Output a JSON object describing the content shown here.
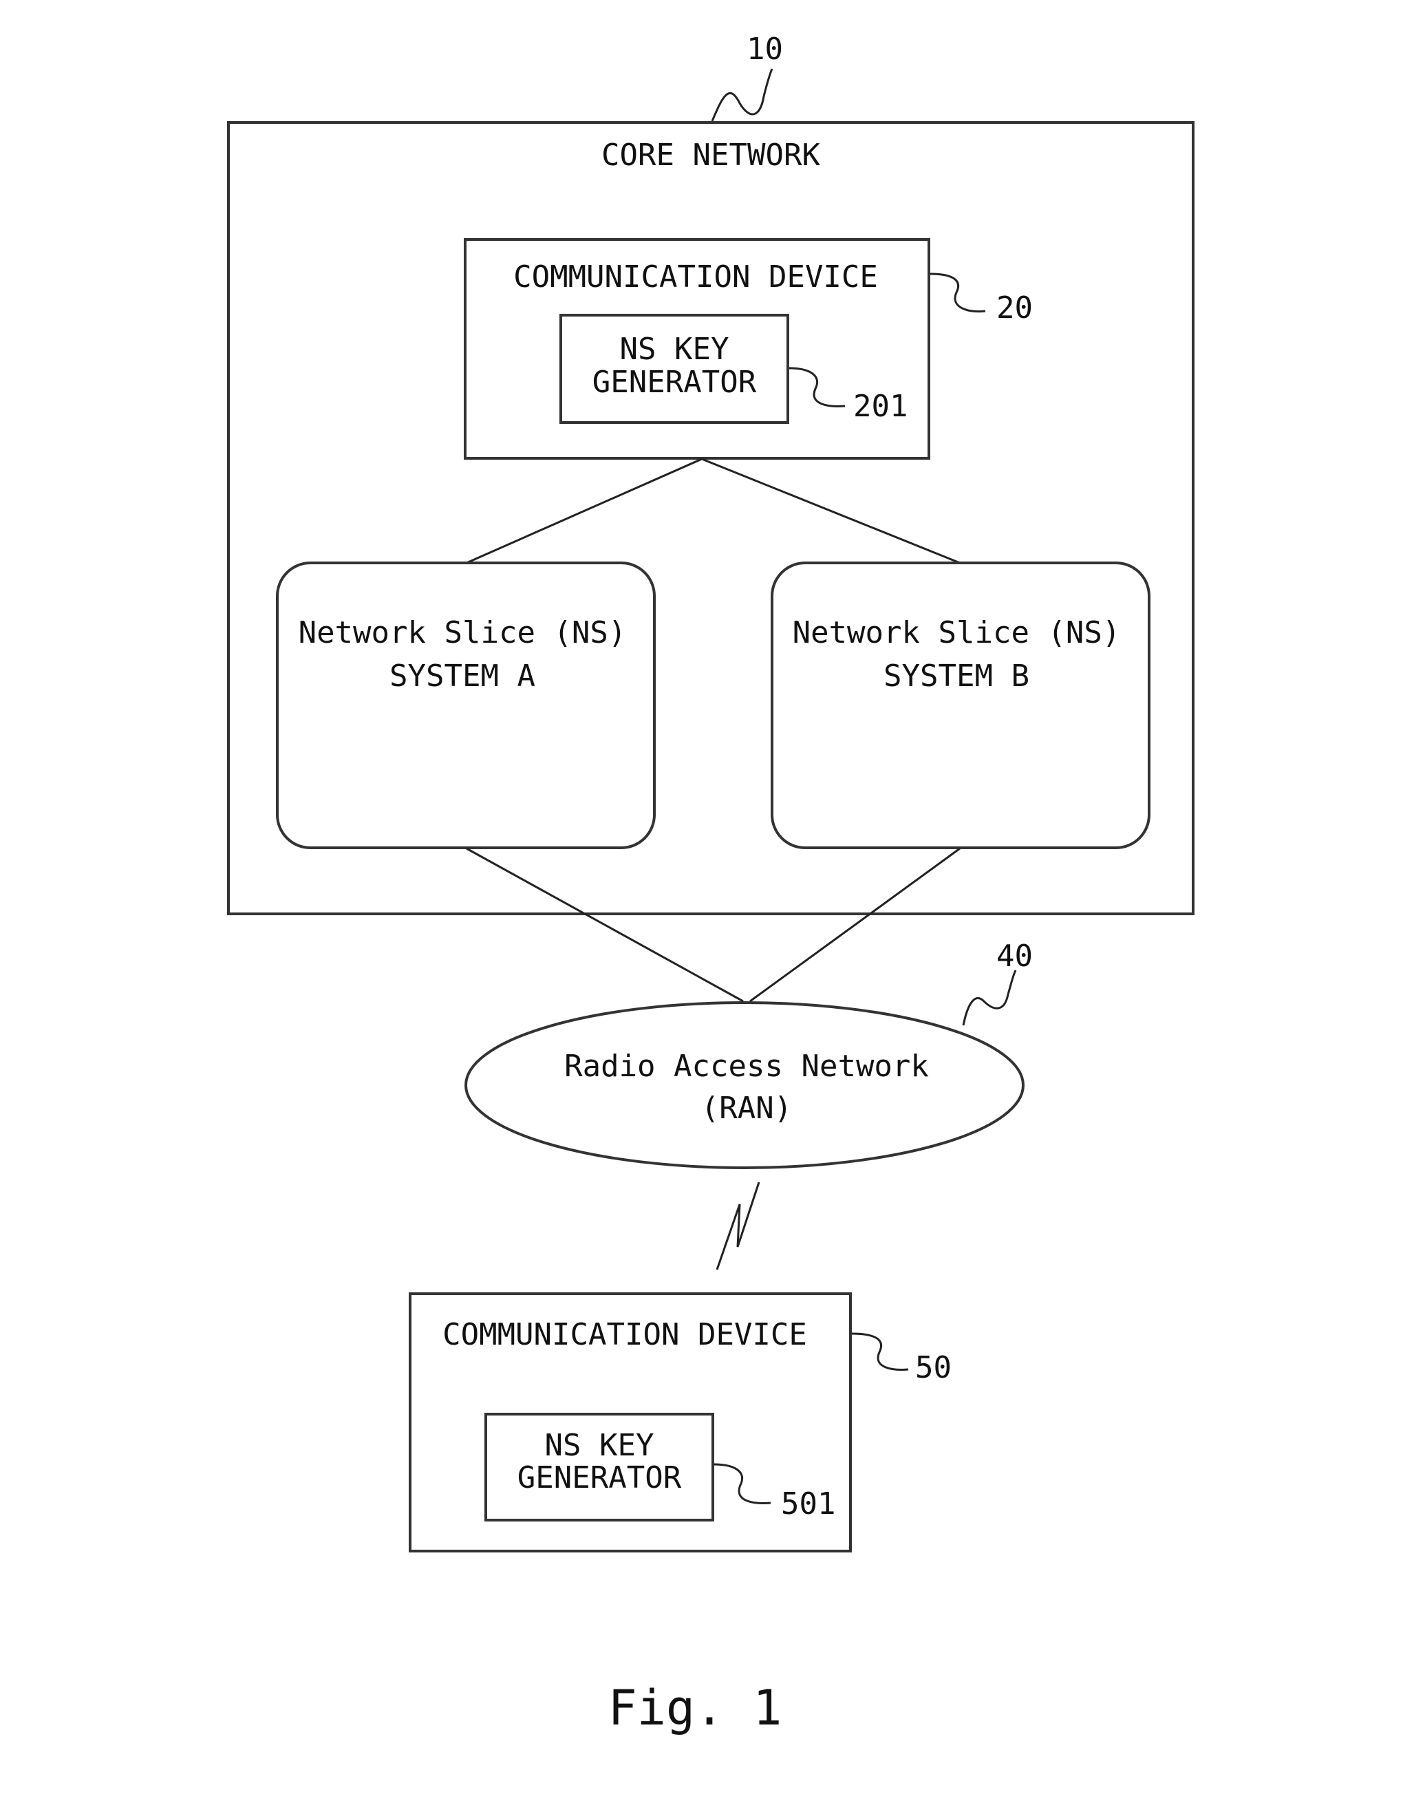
{
  "core_network": {
    "ref": "10",
    "title": "CORE NETWORK"
  },
  "communication_device_core": {
    "ref": "20",
    "title": "COMMUNICATION DEVICE",
    "key_generator": {
      "ref": "201",
      "line1": "NS KEY",
      "line2": "GENERATOR"
    }
  },
  "slice_a": {
    "line1": "Network Slice (NS)",
    "line2": "SYSTEM A"
  },
  "slice_b": {
    "line1": "Network Slice (NS)",
    "line2": "SYSTEM B"
  },
  "ran": {
    "ref": "40",
    "line1": "Radio Access Network",
    "line2": "(RAN)"
  },
  "communication_device_ue": {
    "ref": "50",
    "title": "COMMUNICATION DEVICE",
    "key_generator": {
      "ref": "501",
      "line1": "NS KEY",
      "line2": "GENERATOR"
    }
  },
  "figure_caption": "Fig. 1"
}
